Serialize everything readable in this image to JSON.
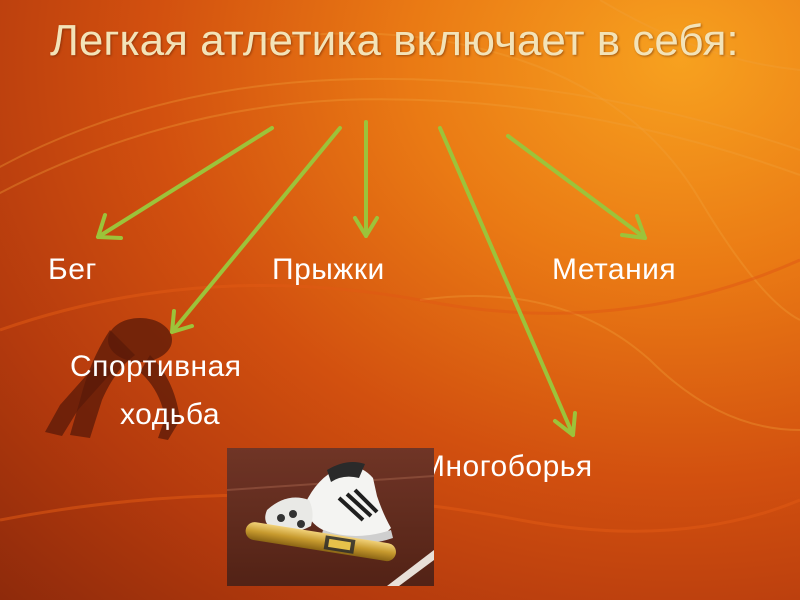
{
  "slide": {
    "title": "Легкая атлетика включает в себя:",
    "categories": {
      "run": "Бег",
      "jumps": "Прыжки",
      "throws": "Метания",
      "walk_line1": "Спортивная",
      "walk_line2": "ходьба",
      "combined": "Многоборья"
    },
    "images": {
      "runner": "sprinter-silhouette",
      "photo": "running-shoes-and-baton-photo"
    },
    "colors": {
      "arrow": "#9cc33a",
      "title": "#f3e3b8",
      "label": "#ffffff"
    }
  }
}
